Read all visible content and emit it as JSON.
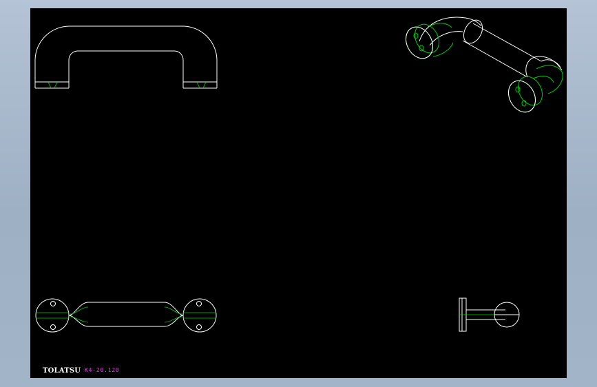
{
  "title_block": {
    "brand": "TOLATSU",
    "part_code": "K4-20.120"
  },
  "colors": {
    "background": "#9eb0c4",
    "viewport": "#000000",
    "geometry_line": "#ffffff",
    "hidden_edge_line": "#00cc00",
    "annotation_text": "#ff33ff"
  },
  "views": [
    "front-view",
    "top-view",
    "side-view",
    "isometric-view"
  ]
}
